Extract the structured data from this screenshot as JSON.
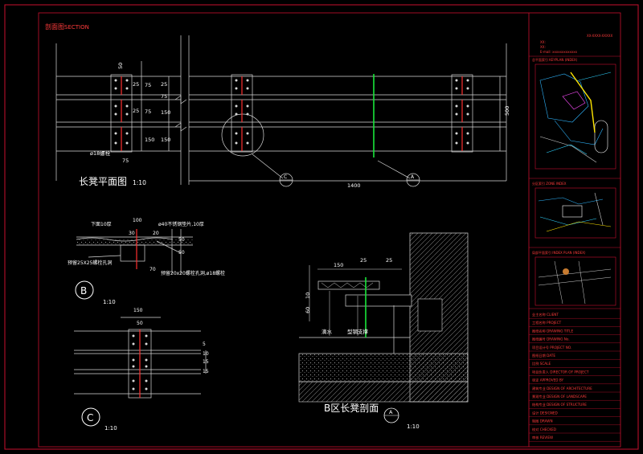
{
  "header": {
    "section_cn": "剖面图",
    "section_en": "SECTION"
  },
  "plan": {
    "title": "长凳平面图",
    "scale": "1:10",
    "bolt_note": "ø18螺栓",
    "dims_left": [
      "50",
      "25",
      "75",
      "25",
      "75",
      "150"
    ],
    "dims_right": [
      "25",
      "75",
      "150",
      "150"
    ],
    "bottom_left": "75",
    "overall_width": "1400",
    "overall_depth": "500",
    "marker_a": "A",
    "marker_c": "C"
  },
  "detail_b": {
    "label": "B",
    "scale": "1:10",
    "note_top": "下面10厚",
    "note_plate": "ø40不锈钢垫片,10厚",
    "note_left": "预留25X25螺栓孔洞",
    "note_right": "预留20x20螺栓孔洞,ø18螺栓",
    "dims": [
      "100",
      "30",
      "20",
      "50",
      "50",
      "70"
    ]
  },
  "detail_c": {
    "label": "C",
    "scale": "1:10",
    "dims_top": [
      "150",
      "50"
    ],
    "dims_right": [
      "5",
      "10",
      "15",
      "15"
    ]
  },
  "section_b": {
    "title": "B区长凳剖面",
    "marker": "A",
    "scale": "1:10",
    "note_drain": "滴水",
    "note_support": "型钢支撑",
    "dims_top": [
      "150",
      "25",
      "25"
    ],
    "dims_left": [
      "60",
      "10"
    ]
  },
  "title_block": {
    "top_line": "XX-XXXX-XXXXX",
    "info_lines": [
      "XX:",
      "XX:",
      "E-mail: xxxxxxxxxxxxx"
    ],
    "key_plan_label": "总平面索引 KEYPLAN (INDEX)",
    "zone_plan_label": "分区索引 ZONE INDEX",
    "detail_plan_label": "局部平面索引 INDEX PLAN (INDEX)",
    "rows": [
      "业主名称 CLIENT",
      "工程名称 PROJECT",
      "图纸名称 DRAWING TITLE",
      "图纸编号 DRAWING No.",
      "项目设计号 PROJECT NO.",
      "图纸日期 DATE",
      "比例 SCALE",
      "项目负责人 DIRECTOR OF PROJECT",
      "审定 APPROVED BY",
      "建筑专业 DESIGN OF ARCHITECTURE",
      "景观专业 DESIGN OF LANDSCAPE",
      "结构专业 DESIGN OF STRUCTURE",
      "设计 DESIGNED",
      "制图 DRAWN",
      "校对 CHECKED",
      "审核 REVIEW"
    ]
  },
  "colors": {
    "frame": "#c8102e",
    "line": "#e0e0e0",
    "accent": "#19e63a",
    "text": "#ffffff",
    "hatch": "#8a8a8a"
  }
}
